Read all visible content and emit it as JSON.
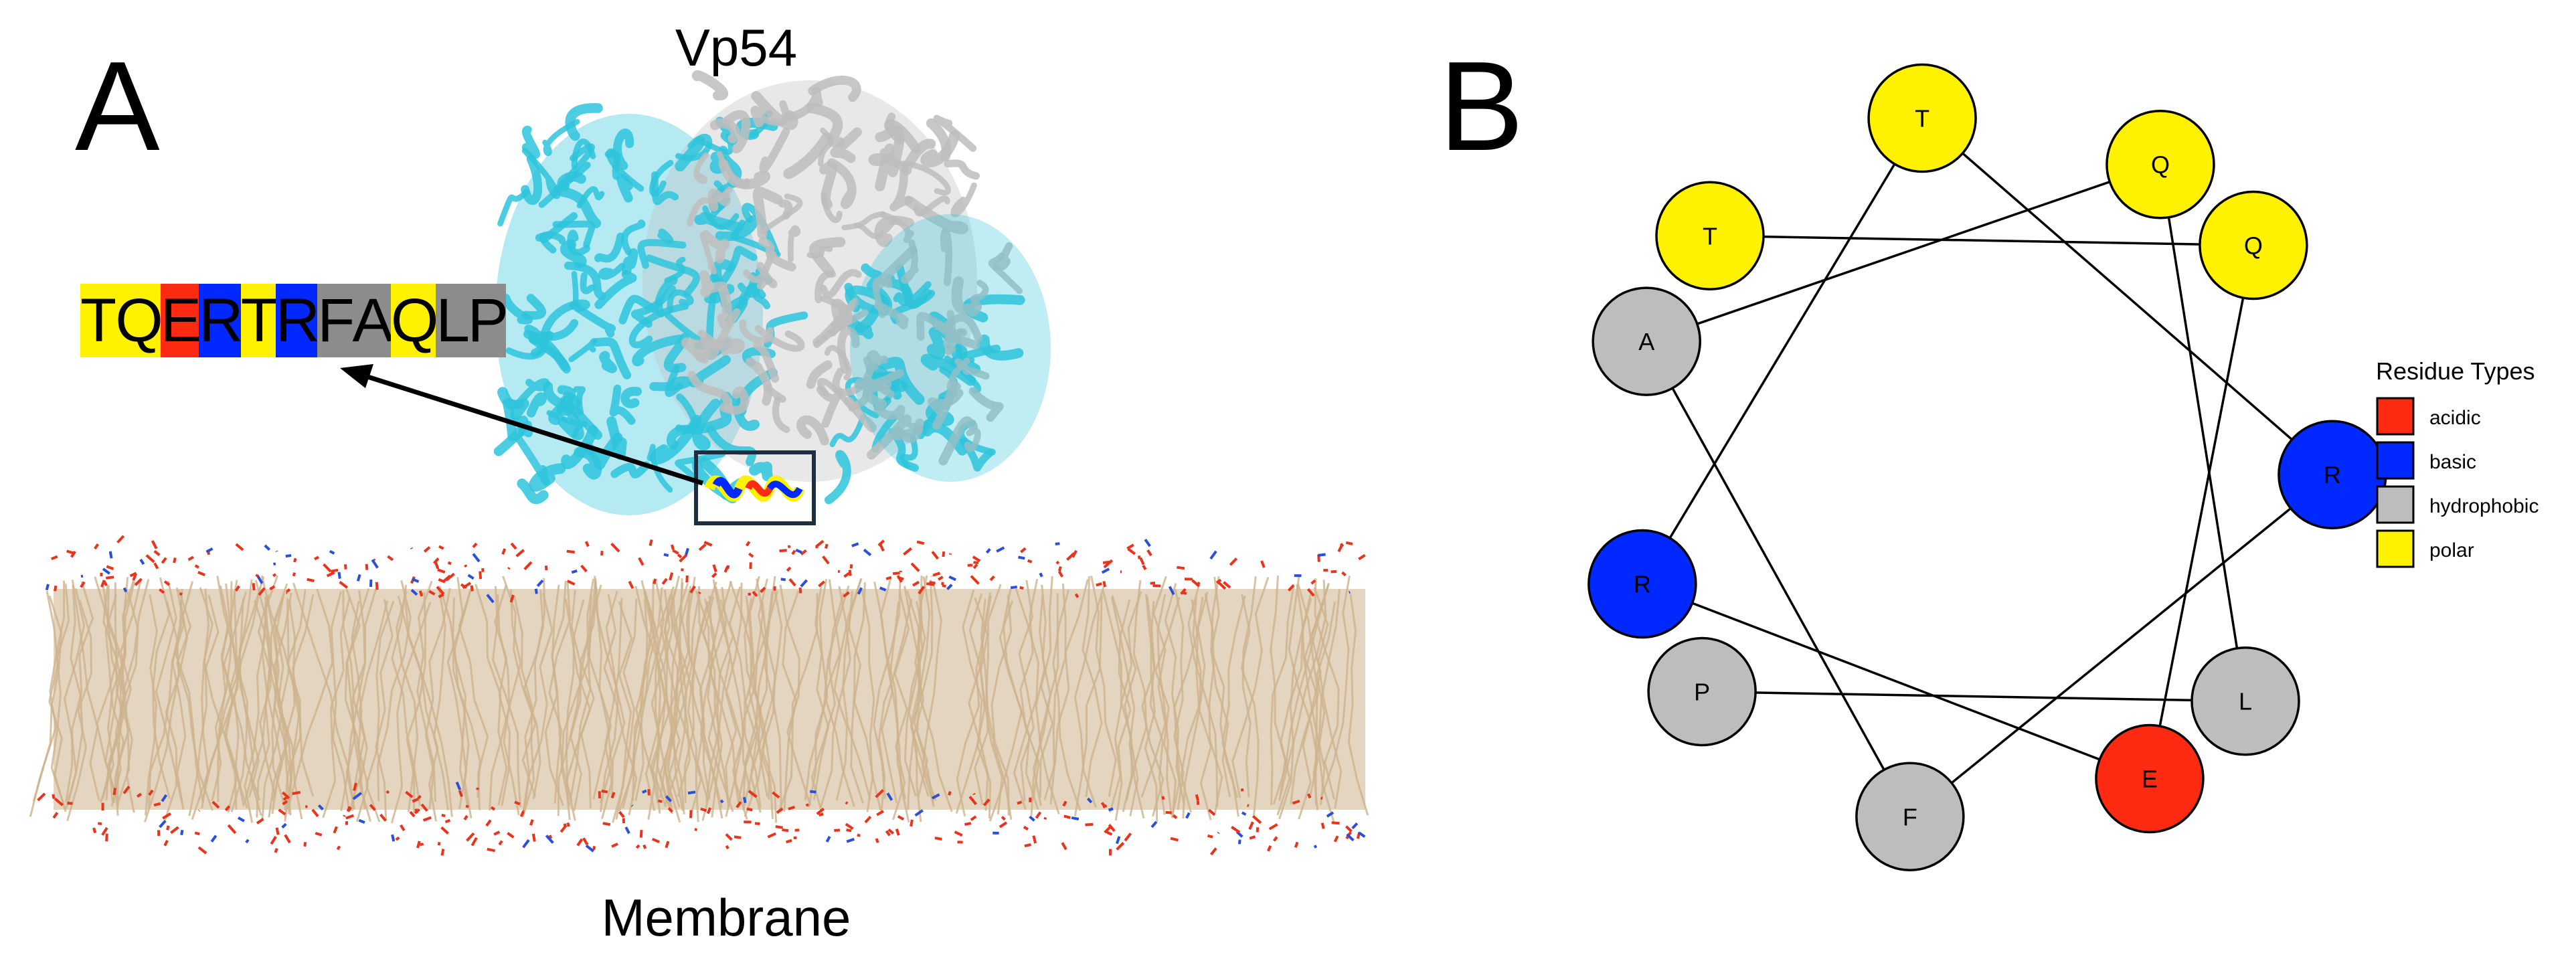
{
  "panel_a": {
    "label": "A",
    "protein_label": "Vp54",
    "membrane_label": "Membrane",
    "sequence": [
      {
        "res": "T",
        "type": "polar"
      },
      {
        "res": "Q",
        "type": "polar"
      },
      {
        "res": "E",
        "type": "acidic"
      },
      {
        "res": "R",
        "type": "basic"
      },
      {
        "res": "T",
        "type": "polar"
      },
      {
        "res": "R",
        "type": "basic"
      },
      {
        "res": "F",
        "type": "hydrophobic"
      },
      {
        "res": "A",
        "type": "hydrophobic"
      },
      {
        "res": "Q",
        "type": "polar"
      },
      {
        "res": "L",
        "type": "hydrophobic"
      },
      {
        "res": "P",
        "type": "hydrophobic"
      }
    ]
  },
  "panel_b": {
    "label": "B",
    "wheel": [
      {
        "res": "T",
        "type": "polar"
      },
      {
        "res": "Q",
        "type": "polar"
      },
      {
        "res": "E",
        "type": "acidic"
      },
      {
        "res": "R",
        "type": "basic"
      },
      {
        "res": "T",
        "type": "polar"
      },
      {
        "res": "R",
        "type": "basic"
      },
      {
        "res": "F",
        "type": "hydrophobic"
      },
      {
        "res": "A",
        "type": "hydrophobic"
      },
      {
        "res": "Q",
        "type": "polar"
      },
      {
        "res": "L",
        "type": "hydrophobic"
      },
      {
        "res": "P",
        "type": "hydrophobic"
      }
    ],
    "legend": {
      "title": "Residue Types",
      "items": [
        {
          "key": "acidic",
          "label": "acidic"
        },
        {
          "key": "basic",
          "label": "basic"
        },
        {
          "key": "hydrophobic",
          "label": "hydrophobic"
        },
        {
          "key": "polar",
          "label": "polar"
        }
      ]
    }
  },
  "colors": {
    "acidic": "#ff2a12",
    "basic": "#0028ff",
    "hydrophobic": "#bdbdbd",
    "polar": "#fff200",
    "seq_hydrophobic": "#8c8c8c",
    "protein_chain_1": "#2ec4dc",
    "protein_chain_2": "#bdbdbd",
    "lipid_tail": "#cdb38d",
    "lipid_head_1": "#e8341c",
    "lipid_head_2": "#2a4fd8"
  }
}
